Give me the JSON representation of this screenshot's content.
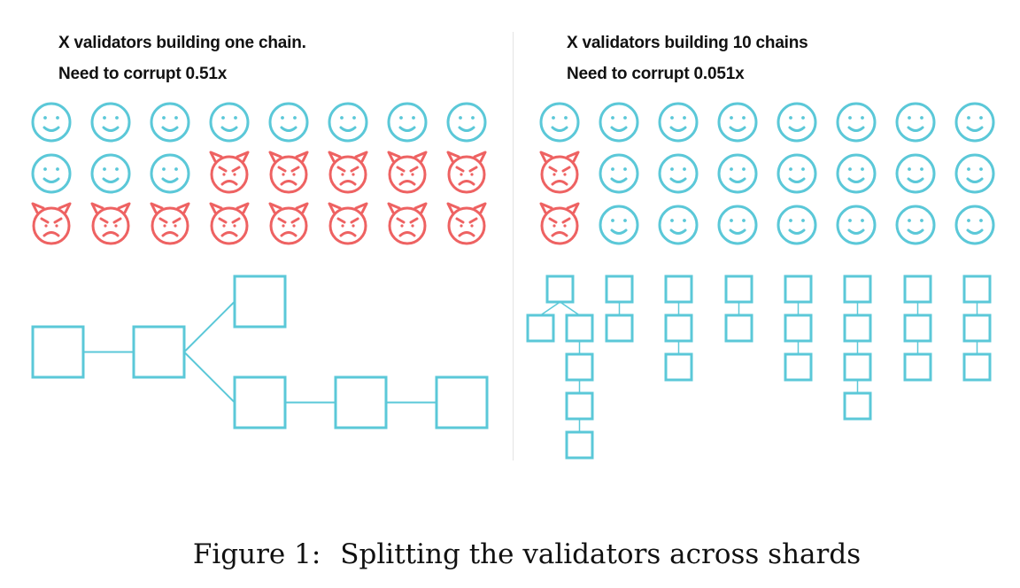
{
  "left_panel": {
    "title": "X validators building one chain.",
    "subtitle": "Need to corrupt 0.51x",
    "faces": [
      "honest",
      "honest",
      "honest",
      "honest",
      "honest",
      "honest",
      "honest",
      "honest",
      "honest",
      "honest",
      "honest",
      "malicious",
      "malicious",
      "malicious",
      "malicious",
      "malicious",
      "malicious",
      "malicious",
      "malicious",
      "malicious",
      "malicious",
      "malicious",
      "malicious",
      "malicious"
    ]
  },
  "right_panel": {
    "title": "X validators building 10 chains",
    "subtitle": "Need to corrupt 0.051x",
    "faces": [
      "honest",
      "honest",
      "honest",
      "honest",
      "honest",
      "honest",
      "honest",
      "honest",
      "malicious",
      "honest",
      "honest",
      "honest",
      "honest",
      "honest",
      "honest",
      "honest",
      "malicious",
      "honest",
      "honest",
      "honest",
      "honest",
      "honest",
      "honest",
      "honest"
    ]
  },
  "caption": {
    "label": "Figure 1:",
    "text": "Splitting the validators across shards"
  },
  "colors": {
    "honest": "#5bc8d8",
    "malicious": "#ee6262",
    "block": "#5bc8d8"
  },
  "icons": {
    "honest": "smiley-face-icon",
    "malicious": "devil-face-icon"
  }
}
